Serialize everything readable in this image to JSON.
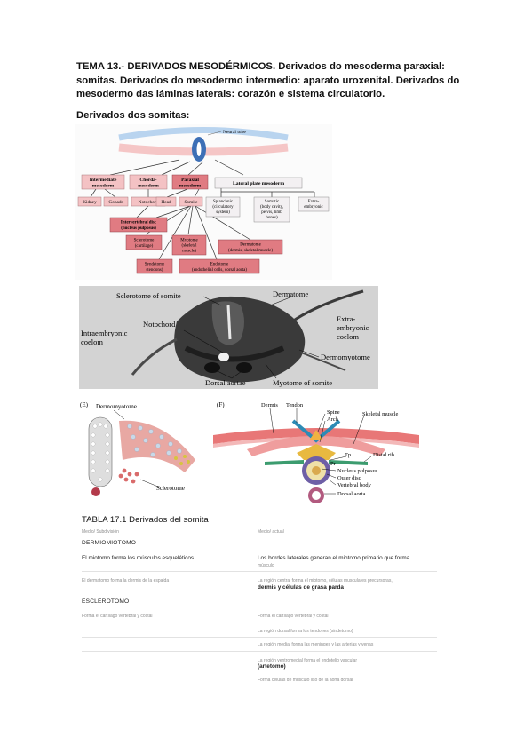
{
  "heading": {
    "title": "TEMA 13.- DERIVADOS MESODÉRMICOS. Derivados do mesoderma paraxial: somitas. Derivados do mesodermo intermedio: aparato uroxenital. Derivados do mesodermo das láminas laterais: corazón e sistema circulatorio.",
    "subhead": "Derivados dos somitas:"
  },
  "fig1": {
    "neural_tube": "Neural tube",
    "intermediate_1": "Intermediate",
    "intermediate_2": "mesoderm",
    "chorda_1": "Chorda-",
    "chorda_2": "mesoderm",
    "paraxial_1": "Paraxial",
    "paraxial_2": "mesoderm",
    "lateral": "Lateral plate mesoderm",
    "kidney": "Kidney",
    "gonads": "Gonads",
    "notochord": "Notochord",
    "head": "Head",
    "somite": "Somite",
    "splanchnic_1": "Splanchnic",
    "splanchnic_2": "(circulatory",
    "splanchnic_3": "system)",
    "somatic_1": "Somatic",
    "somatic_2": "(body cavity,",
    "somatic_3": "pelvis, limb",
    "somatic_4": "bones)",
    "extra_1": "Extra-",
    "extra_2": "embryonic",
    "ivd_1": "Intervertebral disc",
    "ivd_2": "(nucleus pulposus)",
    "sclerotome_1": "Sclerotome",
    "sclerotome_2": "(cartilage)",
    "myotome_1": "Myotome",
    "myotome_2": "(skeletal",
    "myotome_3": "muscle)",
    "dermatome_1": "Dermatome",
    "dermatome_2": "(dermis, skeletal muscle)",
    "syndetome_1": "Syndetome",
    "syndetome_2": "(tendons)",
    "endotome_1": "Endotome",
    "endotome_2": "(endothelial cells, dorsal aorta)"
  },
  "fig2": {
    "sclerotome_of_somite": "Sclerotome of somite",
    "dermatome": "Dermatome",
    "extra_1": "Extra-",
    "extra_2": "embryonic",
    "extra_3": "coelom",
    "notochord": "Notochord",
    "intra_1": "Intraembryonic",
    "intra_2": "coelom",
    "dermomyotome": "Dermomyotome",
    "dorsal_aortae": "Dorsal aortae",
    "myotome_of_somite": "Myotome of somite"
  },
  "fig3": {
    "panel_e": "(E)",
    "dermomyotome": "Dermomyotome",
    "sclerotome": "Sclerotome"
  },
  "fig4": {
    "panel_f": "(F)",
    "dermis": "Dermis",
    "tendon": "Tendon",
    "spine": "Spine",
    "arch": "Arch",
    "skeletal_muscle": "Skeletal muscle",
    "tp": "Tp",
    "distal_rib": "Distal rib",
    "pr": "Pr",
    "nucleus_pulposus": "Nucleus pulposus",
    "outer_disc": "Outer disc",
    "vertebral_body": "Vertebral body",
    "dorsal_aorta": "Dorsal aorta"
  },
  "table": {
    "title": "TABLA 17.1 Derivados del somita",
    "col_left": "Medio/ Subdivisión",
    "col_right": "Medio/ actual",
    "section_1": "DERMIOMIOTOMO",
    "r1_left": "El miotomo forma los músculos esqueléticos",
    "r1_right_1": "Los bordes laterales generan el miotomo primario que forma",
    "r1_right_2": "músculo",
    "r2_left": "El dermatomo forma la dermis de la espalda",
    "r2_right_1": "La región central forma el miotomo, células musculares precursoras,",
    "r2_right_2": "dermis y células de grasa parda",
    "section_2": "ESCLEROTOMO",
    "r3_left": "Forma el cartílago vertebral y costal",
    "r3_right": "Forma el cartílago vertebral y costal",
    "r4_right": "La región dorsal forma los tendones (sindetomo)",
    "r5_right": "La región medial forma las meninges y las arterias y venas",
    "r6_right_1": "La región ventromedial forma el endotelio vascular",
    "r6_right_2": "(artetomo)",
    "r7_right": "Forma células de músculo liso de la aorta dorsal"
  },
  "colors": {
    "pink_box": "#f4c2c4",
    "red_box": "#e07b82",
    "lateral_box": "#f3f0f2",
    "neural_blue": "#3d6fb6",
    "em_bg": "#cfcfcf",
    "em_dark": "#262626"
  }
}
